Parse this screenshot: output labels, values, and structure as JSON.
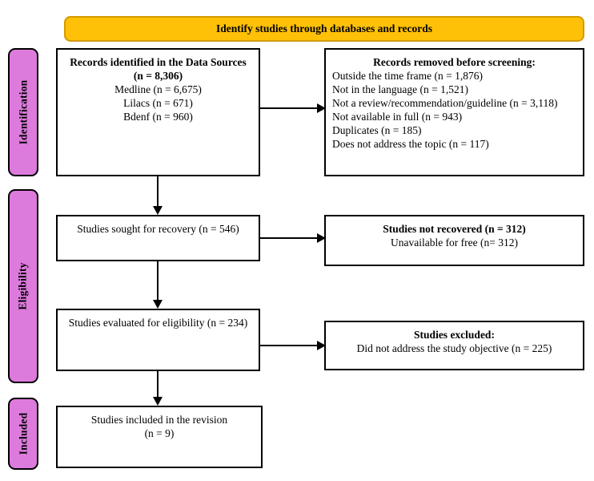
{
  "banner": {
    "title": "Identify studies through databases and records",
    "background_color": "#FFC107",
    "border_color": "#D49A00"
  },
  "stages": [
    {
      "name": "identification",
      "label": "Identification",
      "color": "#DD7BDD"
    },
    {
      "name": "eligibility",
      "label": "Eligibility",
      "color": "#DD7BDD"
    },
    {
      "name": "included",
      "label": "Included",
      "color": "#DD7BDD"
    }
  ],
  "boxes": {
    "records_identified": {
      "title": "Records identified in the Data Sources (n = 8,306)",
      "lines": [
        "Medline (n = 6,675)",
        "Lilacs (n = 671)",
        "Bdenf (n = 960)"
      ]
    },
    "records_removed": {
      "title": "Records removed before screening:",
      "lines": [
        "Outside the time frame (n = 1,876)",
        "Not in the language (n = 1,521)",
        "Not a review/recommendation/guideline (n = 3,118)",
        "Not available in full (n = 943)",
        "Duplicates (n = 185)",
        "Does not address the topic (n = 117)"
      ]
    },
    "sought_recovery": {
      "title": "",
      "lines": [
        "Studies sought for recovery (n = 546)"
      ]
    },
    "not_recovered": {
      "title": "Studies not recovered (n = 312)",
      "lines": [
        "Unavailable for free (n= 312)"
      ]
    },
    "evaluated_eligibility": {
      "title": "",
      "lines": [
        "Studies evaluated for eligibility (n = 234)"
      ]
    },
    "excluded": {
      "title": "Studies excluded:",
      "lines": [
        "Did not address the study objective (n = 225)"
      ]
    },
    "included_revision": {
      "title": "",
      "lines": [
        "Studies included in the revision",
        "(n = 9)"
      ]
    }
  },
  "chart_data": {
    "type": "diagram",
    "title": "Identify studies through databases and records",
    "diagram_kind": "PRISMA flow diagram",
    "nodes": [
      {
        "id": "records_identified",
        "stage": "Identification",
        "label": "Records identified in the Data Sources",
        "n": 8306
      },
      {
        "id": "medline",
        "stage": "Identification",
        "label": "Medline",
        "n": 6675
      },
      {
        "id": "lilacs",
        "stage": "Identification",
        "label": "Lilacs",
        "n": 671
      },
      {
        "id": "bdenf",
        "stage": "Identification",
        "label": "Bdenf",
        "n": 960
      },
      {
        "id": "records_removed",
        "stage": "Identification",
        "label": "Records removed before screening",
        "n": null
      },
      {
        "id": "outside_time_frame",
        "stage": "Identification",
        "label": "Outside the time frame",
        "n": 1876
      },
      {
        "id": "not_in_language",
        "stage": "Identification",
        "label": "Not in the language",
        "n": 1521
      },
      {
        "id": "not_a_review",
        "stage": "Identification",
        "label": "Not a review/recommendation/guideline",
        "n": 3118
      },
      {
        "id": "not_available_in_full",
        "stage": "Identification",
        "label": "Not available in full",
        "n": 943
      },
      {
        "id": "duplicates",
        "stage": "Identification",
        "label": "Duplicates",
        "n": 185
      },
      {
        "id": "not_address_topic",
        "stage": "Identification",
        "label": "Does not address the topic",
        "n": 117
      },
      {
        "id": "sought_recovery",
        "stage": "Eligibility",
        "label": "Studies sought for recovery",
        "n": 546
      },
      {
        "id": "not_recovered",
        "stage": "Eligibility",
        "label": "Studies not recovered",
        "n": 312
      },
      {
        "id": "unavailable_free",
        "stage": "Eligibility",
        "label": "Unavailable for free",
        "n": 312
      },
      {
        "id": "evaluated_eligibility",
        "stage": "Eligibility",
        "label": "Studies evaluated for eligibility",
        "n": 234
      },
      {
        "id": "excluded",
        "stage": "Eligibility",
        "label": "Studies excluded",
        "n": null
      },
      {
        "id": "not_address_objective",
        "stage": "Eligibility",
        "label": "Did not address the study objective",
        "n": 225
      },
      {
        "id": "included_revision",
        "stage": "Included",
        "label": "Studies included in the revision",
        "n": 9
      }
    ],
    "edges": [
      {
        "from": "records_identified",
        "to": "records_removed",
        "direction": "right"
      },
      {
        "from": "records_identified",
        "to": "sought_recovery",
        "direction": "down"
      },
      {
        "from": "sought_recovery",
        "to": "not_recovered",
        "direction": "right"
      },
      {
        "from": "sought_recovery",
        "to": "evaluated_eligibility",
        "direction": "down"
      },
      {
        "from": "evaluated_eligibility",
        "to": "excluded",
        "direction": "right"
      },
      {
        "from": "evaluated_eligibility",
        "to": "included_revision",
        "direction": "down"
      }
    ]
  }
}
